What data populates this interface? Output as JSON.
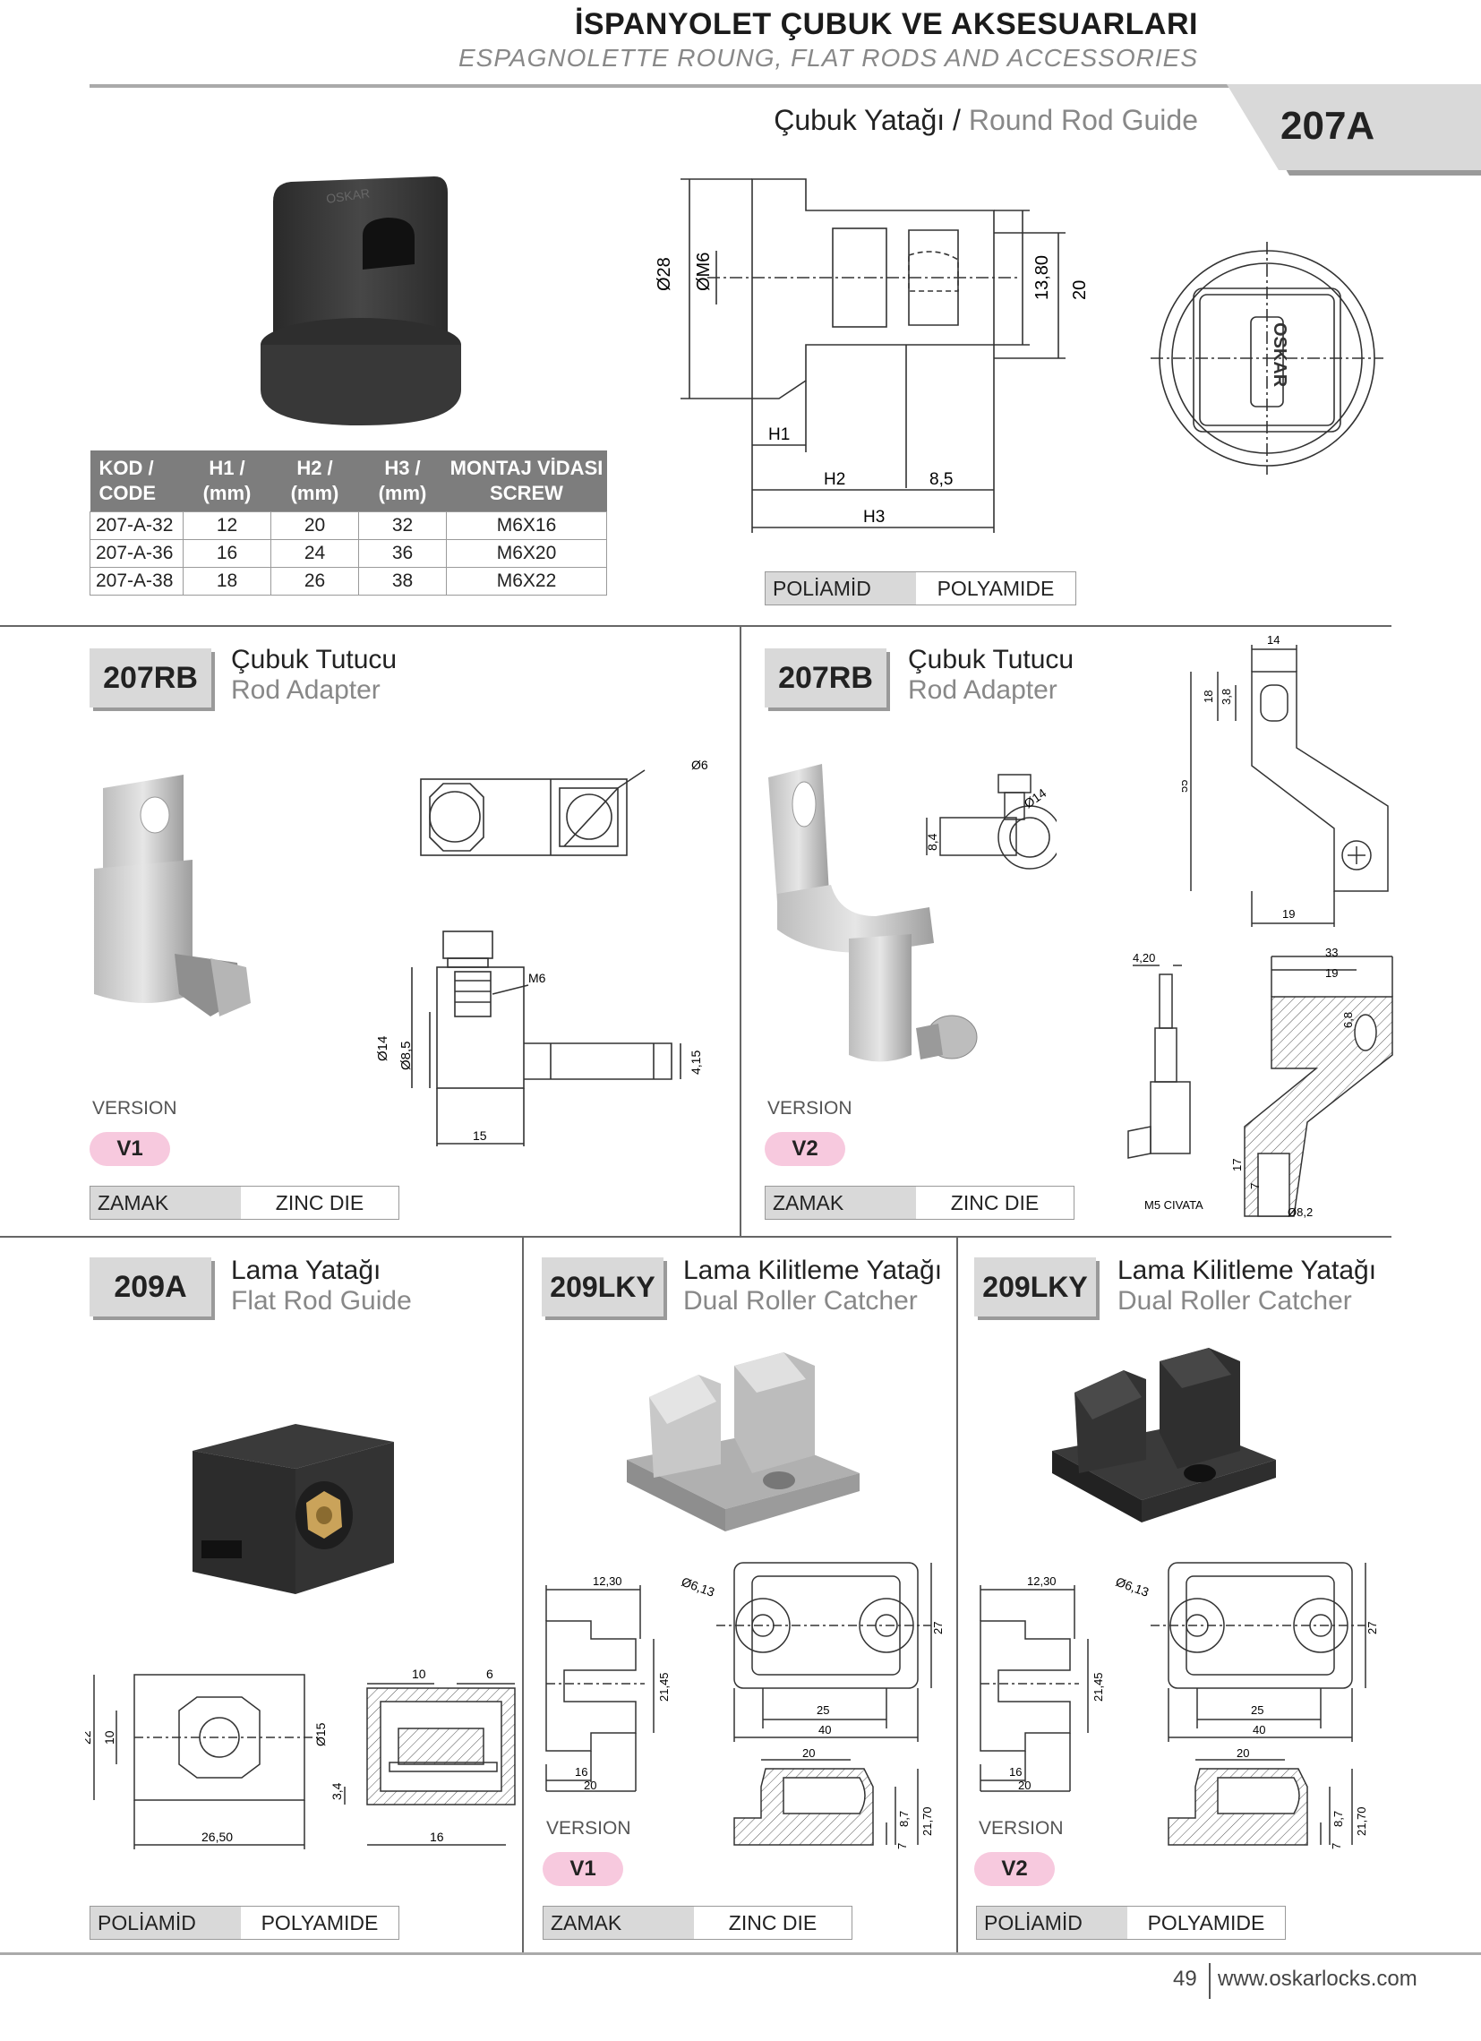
{
  "header": {
    "title": "İSPANYOLET ÇUBUK VE AKSESUARLARI",
    "subtitle": "ESPAGNOLETTE ROUNG, FLAT RODS AND ACCESSORIES"
  },
  "product_207a": {
    "code": "207A",
    "title_tr": "Çubuk Yatağı /",
    "title_en": "Round Rod Guide",
    "logo_text": "OSKAR",
    "table": {
      "headers": [
        "KOD / CODE",
        "H1 / (mm)",
        "H2 / (mm)",
        "H3 / (mm)",
        "MONTAJ VİDASI SCREW"
      ],
      "rows": [
        [
          "207-A-32",
          "12",
          "20",
          "32",
          "M6X16"
        ],
        [
          "207-A-36",
          "16",
          "24",
          "36",
          "M6X20"
        ],
        [
          "207-A-38",
          "18",
          "26",
          "38",
          "M6X22"
        ]
      ]
    },
    "dims": {
      "d28": "Ø28",
      "m6": "ØM6",
      "d1380": "13,80",
      "d20": "20",
      "h1": "H1",
      "h2": "H2",
      "d85": "8,5",
      "h3": "H3"
    },
    "material": {
      "tr": "POLİAMİD",
      "en": "POLYAMIDE"
    }
  },
  "product_207rb_v1": {
    "code": "207RB",
    "title_tr": "Çubuk Tutucu",
    "title_en": "Rod Adapter",
    "version_label": "VERSION",
    "version": "V1",
    "dims": {
      "d6": "Ø6",
      "m6": "M6",
      "d14": "Ø14",
      "d85": "Ø8,5",
      "d415": "4,15",
      "d15": "15"
    },
    "material": {
      "tr": "ZAMAK",
      "en": "ZINC DIE"
    }
  },
  "product_207rb_v2": {
    "code": "207RB",
    "title_tr": "Çubuk Tutucu",
    "title_en": "Rod Adapter",
    "version_label": "VERSION",
    "version": "V2",
    "dims": {
      "d14top": "14",
      "d18": "18",
      "d38": "3,8",
      "d55": "55",
      "d19": "19",
      "d84": "8,4",
      "d14c": "Ø14",
      "d420": "4,20",
      "d33": "33",
      "d19b": "19",
      "d68": "6,8",
      "d17": "17",
      "d7": "7",
      "d82": "Ø8,2",
      "m5": "M5 CIVATA"
    },
    "material": {
      "tr": "ZAMAK",
      "en": "ZINC DIE"
    }
  },
  "product_209a": {
    "code": "209A",
    "title_tr": "Lama Yatağı",
    "title_en": "Flat Rod Guide",
    "dims": {
      "d22": "22",
      "d10": "10",
      "d2650": "26,50",
      "d15": "Ø15",
      "d34": "3,4",
      "d10t": "10",
      "d6": "6",
      "d16": "16"
    },
    "material": {
      "tr": "POLİAMİD",
      "en": "POLYAMIDE"
    }
  },
  "product_209lky_v1": {
    "code": "209LKY",
    "title_tr": "Lama Kilitleme Yatağı",
    "title_en": "Dual Roller Catcher",
    "version_label": "VERSION",
    "version": "V1",
    "dims": {
      "d1230": "12,30",
      "d2145": "21,45",
      "d16": "16",
      "d20": "20",
      "d613": "Ø6,13",
      "d27": "27",
      "d25": "25",
      "d40": "40",
      "d20b": "20",
      "d87": "8,7",
      "d2170": "21,70",
      "d7": "7"
    },
    "material": {
      "tr": "ZAMAK",
      "en": "ZINC DIE"
    }
  },
  "product_209lky_v2": {
    "code": "209LKY",
    "title_tr": "Lama Kilitleme Yatağı",
    "title_en": "Dual Roller Catcher",
    "version_label": "VERSION",
    "version": "V2",
    "dims": {
      "d1230": "12,30",
      "d2145": "21,45",
      "d16": "16",
      "d20": "20",
      "d613": "Ø6,13",
      "d27": "27",
      "d25": "25",
      "d40": "40",
      "d20b": "20",
      "d87": "8,7",
      "d2170": "21,70",
      "d7": "7"
    },
    "material": {
      "tr": "POLİAMİD",
      "en": "POLYAMIDE"
    }
  },
  "footer": {
    "page": "49",
    "url": "www.oskarlocks.com"
  }
}
